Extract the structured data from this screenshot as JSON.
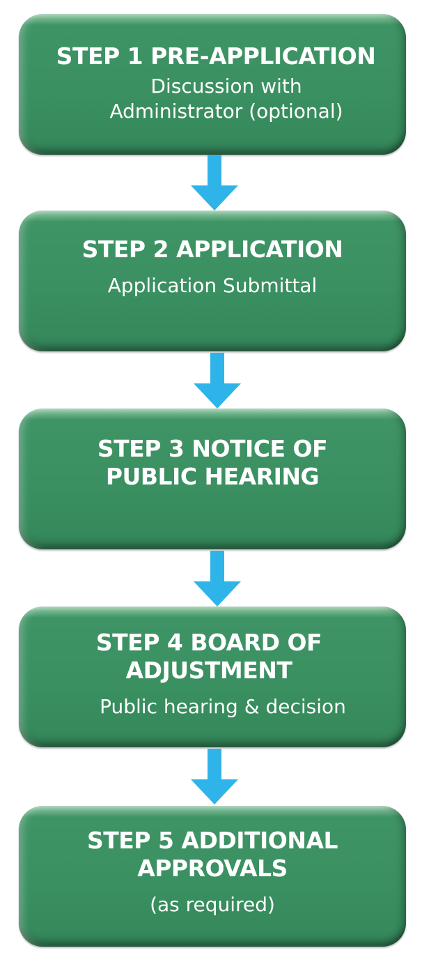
{
  "colors": {
    "box_green": "#3a9061",
    "box_highlight": "#b9dcc6",
    "arrow_blue": "#2fb4ea",
    "text": "#ffffff",
    "background": "#ffffff"
  },
  "steps": [
    {
      "title": "STEP 1 PRE-APPLICATION",
      "subtitle": "Discussion with\nAdministrator (optional)"
    },
    {
      "title": "STEP 2 APPLICATION",
      "subtitle": "Application Submittal"
    },
    {
      "title": "STEP 3 NOTICE OF\nPUBLIC HEARING",
      "subtitle": ""
    },
    {
      "title": "STEP 4 BOARD OF\nADJUSTMENT",
      "subtitle": "Public hearing & decision"
    },
    {
      "title": "STEP 5 ADDITIONAL\nAPPROVALS",
      "subtitle": "(as required)"
    }
  ],
  "connectors": [
    {
      "from": "STEP 1",
      "to": "STEP 2",
      "icon": "arrow-down-icon"
    },
    {
      "from": "STEP 2",
      "to": "STEP 3",
      "icon": "arrow-down-icon"
    },
    {
      "from": "STEP 3",
      "to": "STEP 4",
      "icon": "arrow-down-icon"
    },
    {
      "from": "STEP 4",
      "to": "STEP 5",
      "icon": "arrow-down-icon"
    }
  ]
}
